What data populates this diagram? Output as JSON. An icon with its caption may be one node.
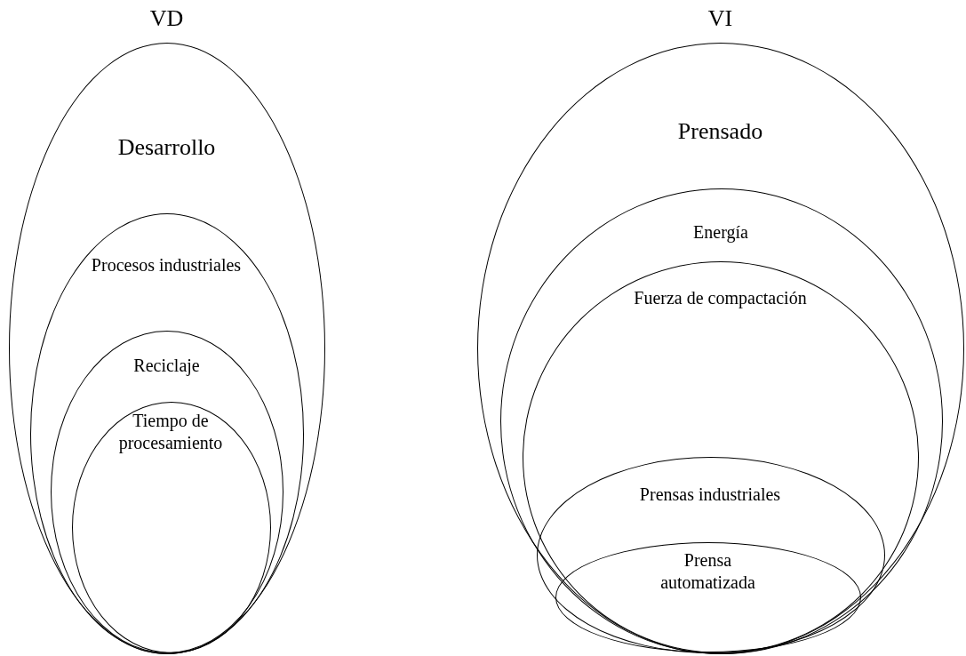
{
  "diagram": {
    "nodes": [
      {
        "text": [
          "VD",
          "Desarrollo"
        ]
      },
      {
        "text": [
          "Procesos industriales"
        ],
        "in": 0
      },
      {
        "text": [
          "Reciclaje"
        ],
        "in": 1
      },
      {
        "text": [
          "Tiempo de procesamiento"
        ],
        "in": 2
      },
      {
        "text": [
          "VI",
          "Prensado"
        ]
      },
      {
        "text": [
          "Energía"
        ],
        "in": 4
      },
      {
        "text": [
          "Fuerza de compactación"
        ],
        "in": 5
      },
      {
        "text": [
          "Prensas industriales"
        ],
        "in": 6
      },
      {
        "text": [
          "Prensa automatizada"
        ],
        "in": 7
      }
    ],
    "edges": []
  }
}
